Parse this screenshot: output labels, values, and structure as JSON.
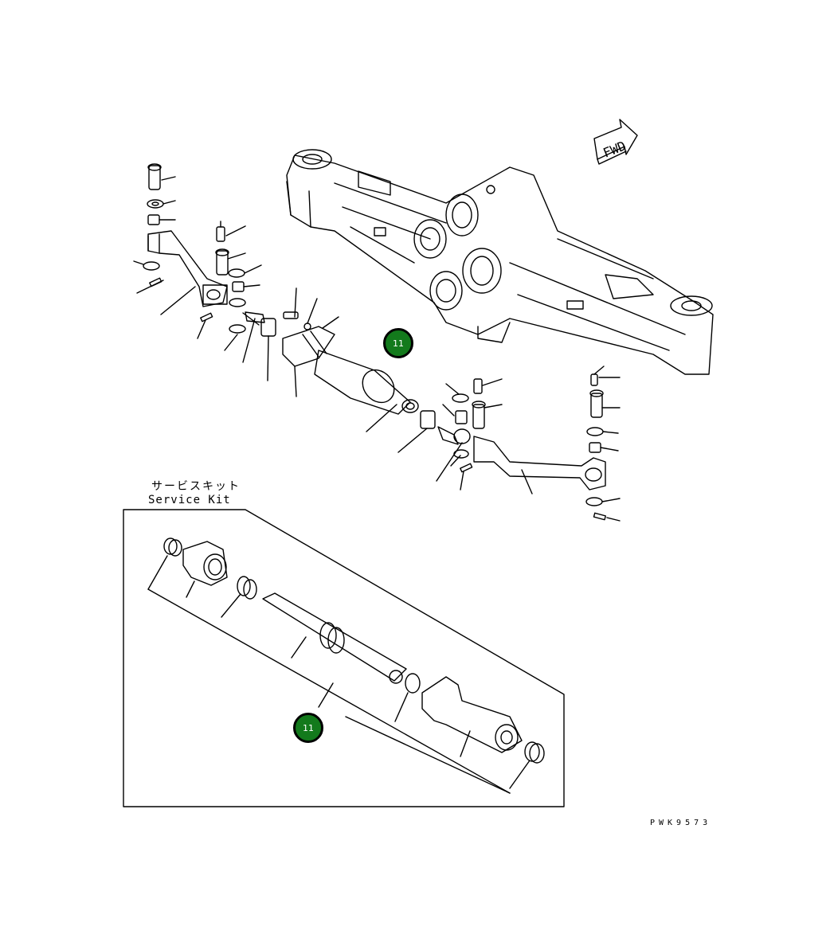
{
  "diagram": {
    "fwd_label": "FWD",
    "service_kit_jp": "サービスキット",
    "service_kit_en": "Service Kit",
    "drawing_code": "PWK9573",
    "callouts": [
      {
        "label": "11"
      },
      {
        "label": "11"
      }
    ]
  }
}
